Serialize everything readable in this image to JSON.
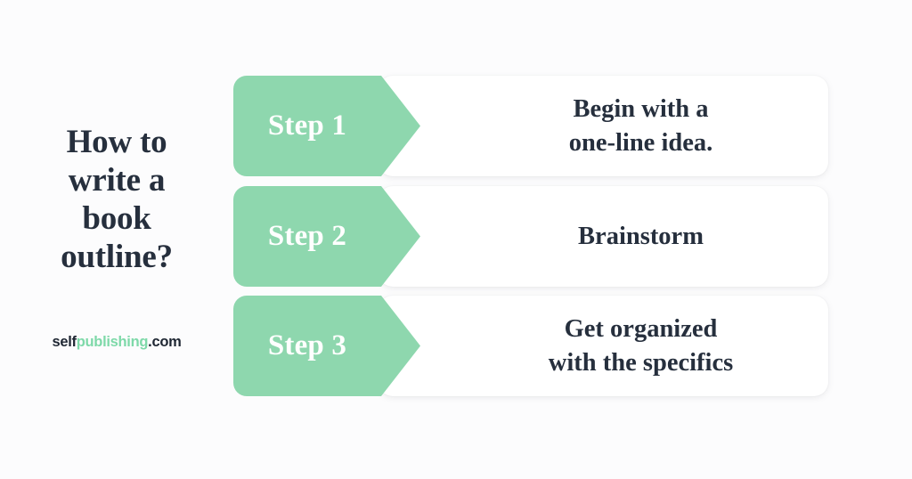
{
  "headline": {
    "lines": [
      "How to",
      "write a",
      "book",
      "outline?"
    ]
  },
  "logo": {
    "part_self": "self",
    "part_publishing": "publishing",
    "part_com": ".com"
  },
  "colors": {
    "accent_green": "#8ED7AE",
    "logo_green": "#7ED9A9",
    "text_dark": "#262F3D",
    "card_white": "#FFFFFF",
    "page_background": "#FCFCFD"
  },
  "steps": [
    {
      "label": "Step 1",
      "description_lines": [
        "Begin with a",
        "one-line idea."
      ]
    },
    {
      "label": "Step 2",
      "description_lines": [
        "Brainstorm"
      ]
    },
    {
      "label": "Step 3",
      "description_lines": [
        "Get organized",
        "with the specifics"
      ]
    }
  ]
}
